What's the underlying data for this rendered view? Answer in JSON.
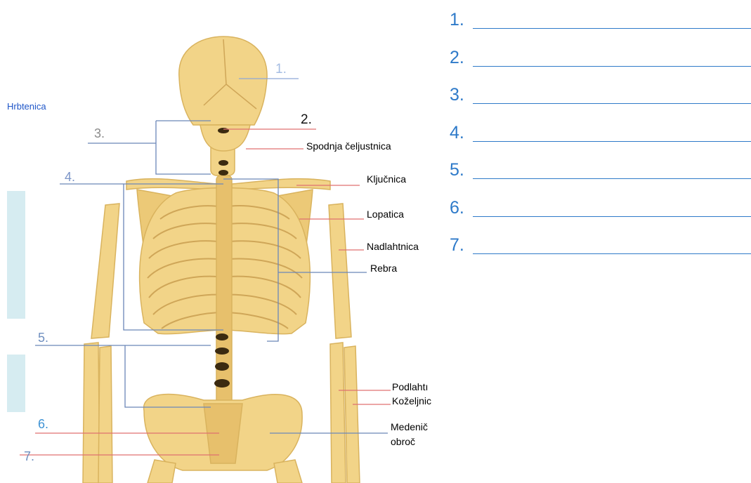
{
  "diagram": {
    "side_label": "Hrbtenica",
    "numbered_labels": [
      "1.",
      "2.",
      "3.",
      "4.",
      "5.",
      "6.",
      "7."
    ],
    "named_labels": {
      "jaw": "Spodnja čeljustnica",
      "clavicle": "Ključnica",
      "scapula": "Lopatica",
      "humerus": "Nadlahtnica",
      "ribs": "Rebra",
      "forearm": "Podlahtı",
      "ulna": "Koželjnic",
      "pelvis_1": "Medenič",
      "pelvis_2": "obroč"
    },
    "colors": {
      "bone": "#f2d488",
      "bone_shade": "#d9b35e",
      "bone_dark": "#3b2a10",
      "label_blue": "#6f8fbf",
      "line_red": "#e07070",
      "line_blue": "#6b86b8",
      "band": "#d6ecf1"
    }
  },
  "answers": {
    "items": [
      "1.",
      "2.",
      "3.",
      "4.",
      "5.",
      "6.",
      "7."
    ],
    "color": "#2e7ac9"
  }
}
